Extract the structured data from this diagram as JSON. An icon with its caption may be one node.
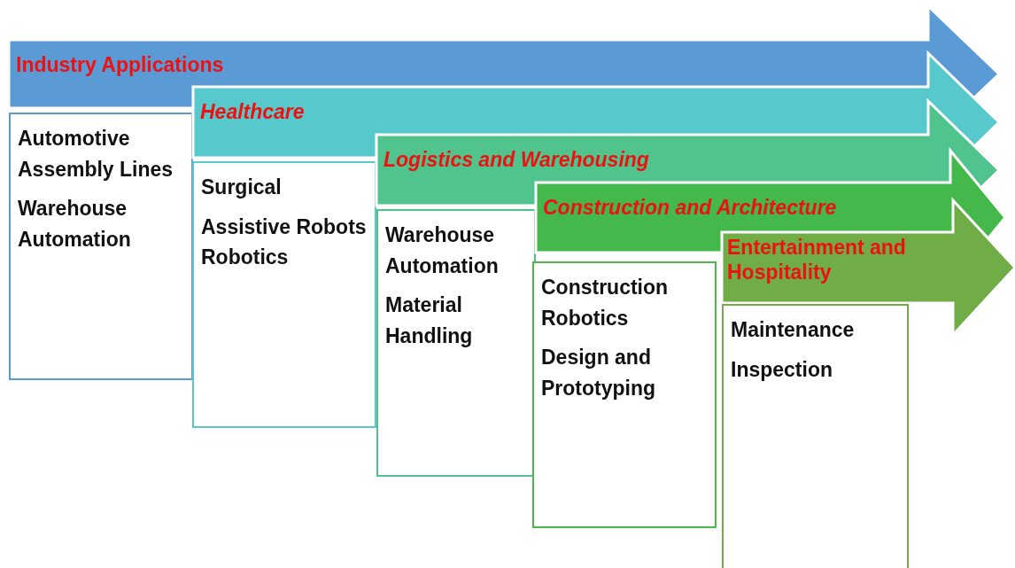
{
  "diagram": {
    "nodes": [
      {
        "text": [
          "Industry Applications"
        ]
      },
      {
        "text": [
          "Automotive Assembly Lines",
          "Warehouse Automation"
        ]
      },
      {
        "text": [
          "Healthcare"
        ]
      },
      {
        "text": [
          "Surgical",
          "Assistive Robots Robotics"
        ]
      },
      {
        "text": [
          "Logistics and Warehousing"
        ]
      },
      {
        "text": [
          "Warehouse Automation",
          "Material Handling"
        ]
      },
      {
        "text": [
          "Construction and Architecture"
        ]
      },
      {
        "text": [
          "Construction Robotics",
          "Design and Prototyping"
        ]
      },
      {
        "text": [
          "Entertainment and Hospitality"
        ]
      },
      {
        "text": [
          "Maintenance",
          "Inspection"
        ]
      }
    ]
  }
}
